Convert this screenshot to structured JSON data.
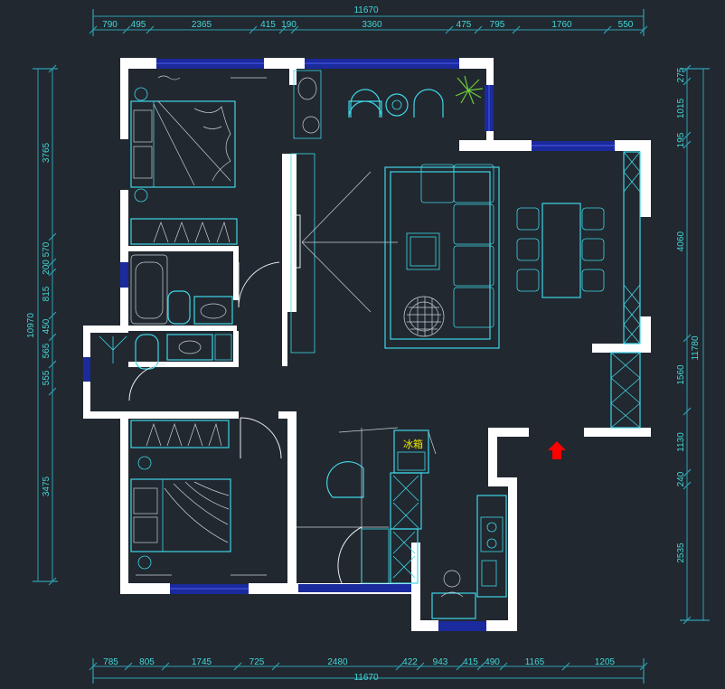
{
  "top_dimensions": {
    "total": "11670",
    "segments": [
      "790",
      "495",
      "2365",
      "415",
      "190",
      "3360",
      "475",
      "795",
      "1760",
      "550"
    ]
  },
  "bottom_dimensions": {
    "total": "11670",
    "segments": [
      "785",
      "805",
      "1745",
      "725",
      "2480",
      "422",
      "943",
      "415",
      "490",
      "1165",
      "1205"
    ]
  },
  "left_dimensions": {
    "total": "10970",
    "segments": [
      "3765",
      "570",
      "200",
      "815",
      "450",
      "565",
      "555",
      "3475"
    ]
  },
  "right_dimensions": {
    "total": "11780",
    "segments": [
      "275",
      "1015",
      "195",
      "4060",
      "1560",
      "1130",
      "240",
      "2535"
    ]
  },
  "labels": {
    "fridge": "冰箱"
  },
  "colors": {
    "background": "#212830",
    "wall": "#ffffff",
    "window": "#1b2a9c",
    "furniture": "#3fd6e6",
    "dimension": "#43d8d8",
    "entrance_arrow": "#ff0000"
  },
  "icons": {
    "entrance": "red-arrow-up-icon"
  }
}
